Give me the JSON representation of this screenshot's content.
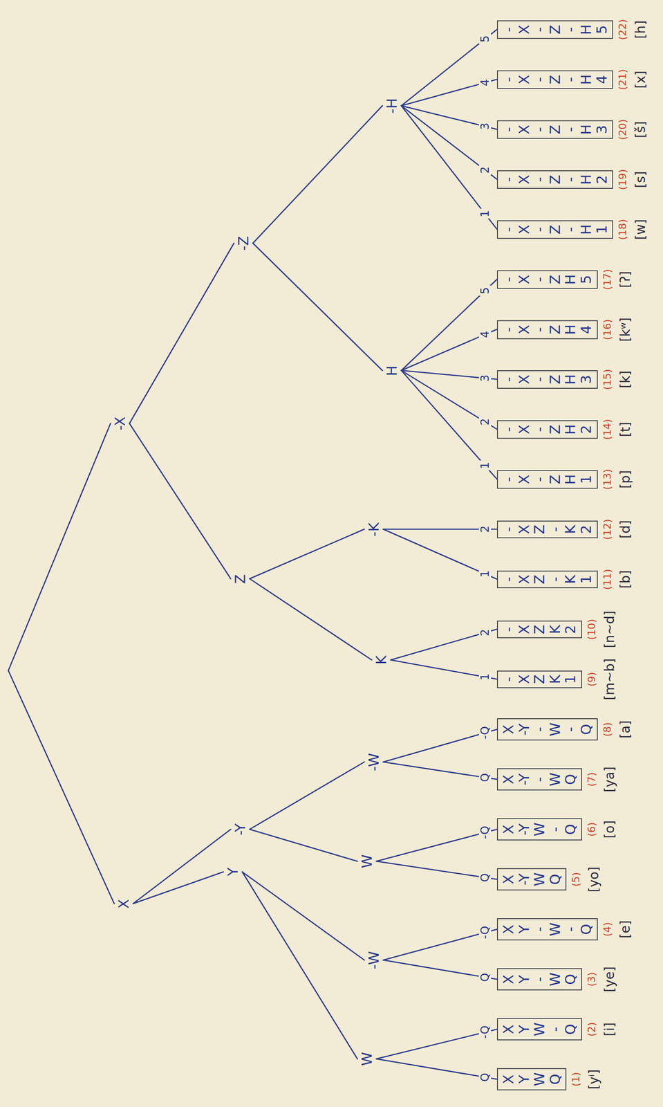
{
  "diagram": {
    "nodes": [
      {
        "text": [
          "X"
        ]
      },
      {
        "text": [
          "-X"
        ]
      },
      {
        "text": [
          "Y"
        ]
      },
      {
        "text": [
          "-Y"
        ]
      },
      {
        "text": [
          "Z"
        ]
      },
      {
        "text": [
          "-Z"
        ]
      },
      {
        "text": [
          "W"
        ]
      },
      {
        "text": [
          "-W"
        ]
      },
      {
        "text": [
          "W"
        ]
      },
      {
        "text": [
          "-W"
        ]
      },
      {
        "text": [
          "K"
        ]
      },
      {
        "text": [
          "-K"
        ]
      },
      {
        "text": [
          "H"
        ]
      },
      {
        "text": [
          "-H"
        ]
      },
      {
        "text": [
          "X Y W Q",
          "(1)",
          "[yⁱ]"
        ]
      },
      {
        "text": [
          "X Y W -Q",
          "(2)",
          "[i]"
        ]
      },
      {
        "text": [
          "X Y -W Q",
          "(3)",
          "[ye]"
        ]
      },
      {
        "text": [
          "X Y -W -Q",
          "(4)",
          "[e]"
        ]
      },
      {
        "text": [
          "X -Y W Q",
          "(5)",
          "[yo]"
        ]
      },
      {
        "text": [
          "X -Y W -Q",
          "(6)",
          "[o]"
        ]
      },
      {
        "text": [
          "X -Y -W Q",
          "(7)",
          "[ya]"
        ]
      },
      {
        "text": [
          "X -Y -W -Q",
          "(8)",
          "[a]"
        ]
      },
      {
        "text": [
          "-X Z K 1",
          "(9)",
          "[m~b]"
        ]
      },
      {
        "text": [
          "-X Z K 2",
          "(10)",
          "[n~d]"
        ]
      },
      {
        "text": [
          "-X Z -K 1",
          "(11)",
          "[b]"
        ]
      },
      {
        "text": [
          "-X Z -K 2",
          "(12)",
          "[d]"
        ]
      },
      {
        "text": [
          "-X -Z H 1",
          "(13)",
          "[p]"
        ]
      },
      {
        "text": [
          "-X -Z H 2",
          "(14)",
          "[t]"
        ]
      },
      {
        "text": [
          "-X -Z H 3",
          "(15)",
          "[k]"
        ]
      },
      {
        "text": [
          "-X -Z H 4",
          "(16)",
          "[kʷ]"
        ]
      },
      {
        "text": [
          "-X -Z H 5",
          "(17)",
          "[ʔ]"
        ]
      },
      {
        "text": [
          "-X -Z -H 1",
          "(18)",
          "[w]"
        ]
      },
      {
        "text": [
          "-X -Z -H 2",
          "(19)",
          "[s]"
        ]
      },
      {
        "text": [
          "-X -Z -H 3",
          "(20)",
          "[š]"
        ]
      },
      {
        "text": [
          "-X -Z -H 4",
          "(21)",
          "[x]"
        ]
      },
      {
        "text": [
          "-X -Z -H 5",
          "(22)",
          "[h]"
        ]
      }
    ],
    "edges": [
      {
        "from": 0,
        "to": 2,
        "arrow": "none"
      },
      {
        "from": 0,
        "to": 3,
        "arrow": "none"
      },
      {
        "from": 1,
        "to": 4,
        "arrow": "none"
      },
      {
        "from": 1,
        "to": 5,
        "arrow": "none"
      },
      {
        "from": 2,
        "to": 6,
        "arrow": "none"
      },
      {
        "from": 2,
        "to": 7,
        "arrow": "none"
      },
      {
        "from": 3,
        "to": 8,
        "arrow": "none"
      },
      {
        "from": 3,
        "to": 9,
        "arrow": "none"
      },
      {
        "from": 4,
        "to": 10,
        "arrow": "none"
      },
      {
        "from": 4,
        "to": 11,
        "arrow": "none"
      },
      {
        "from": 5,
        "to": 12,
        "arrow": "none"
      },
      {
        "from": 5,
        "to": 13,
        "arrow": "none"
      },
      {
        "from": 6,
        "to": 14,
        "label": "Q",
        "arrow": "none"
      },
      {
        "from": 6,
        "to": 15,
        "label": "-Q",
        "arrow": "none"
      },
      {
        "from": 7,
        "to": 16,
        "label": "Q",
        "arrow": "none"
      },
      {
        "from": 7,
        "to": 17,
        "label": "-Q",
        "arrow": "none"
      },
      {
        "from": 8,
        "to": 18,
        "label": "Q",
        "arrow": "none"
      },
      {
        "from": 8,
        "to": 19,
        "label": "-Q",
        "arrow": "none"
      },
      {
        "from": 9,
        "to": 20,
        "label": "Q",
        "arrow": "none"
      },
      {
        "from": 9,
        "to": 21,
        "label": "-Q",
        "arrow": "none"
      },
      {
        "from": 10,
        "to": 22,
        "label": "1",
        "arrow": "none"
      },
      {
        "from": 10,
        "to": 23,
        "label": "2",
        "arrow": "none"
      },
      {
        "from": 11,
        "to": 24,
        "label": "1",
        "arrow": "none"
      },
      {
        "from": 11,
        "to": 25,
        "label": "2",
        "arrow": "none"
      },
      {
        "from": 12,
        "to": 26,
        "label": "1",
        "arrow": "none"
      },
      {
        "from": 12,
        "to": 27,
        "label": "2",
        "arrow": "none"
      },
      {
        "from": 12,
        "to": 28,
        "label": "3",
        "arrow": "none"
      },
      {
        "from": 12,
        "to": 29,
        "label": "4",
        "arrow": "none"
      },
      {
        "from": 12,
        "to": 30,
        "label": "5",
        "arrow": "none"
      },
      {
        "from": 13,
        "to": 31,
        "label": "1",
        "arrow": "none"
      },
      {
        "from": 13,
        "to": 32,
        "label": "2",
        "arrow": "none"
      },
      {
        "from": 13,
        "to": 33,
        "label": "3",
        "arrow": "none"
      },
      {
        "from": 13,
        "to": 34,
        "label": "4",
        "arrow": "none"
      },
      {
        "from": 13,
        "to": 35,
        "label": "5",
        "arrow": "none"
      }
    ]
  }
}
